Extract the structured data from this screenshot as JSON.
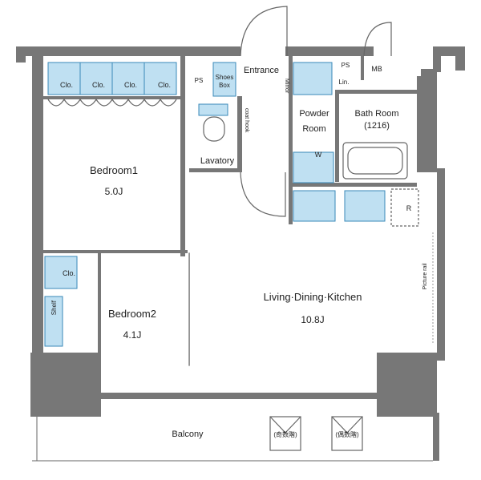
{
  "rooms": {
    "bedroom1": {
      "name": "Bedroom1",
      "size": "5.0J"
    },
    "bedroom2": {
      "name": "Bedroom2",
      "size": "4.1J"
    },
    "ldk": {
      "name": "Living·Dining·Kitchen",
      "size": "10.8J"
    },
    "lavatory": "Lavatory",
    "entrance": "Entrance",
    "powder_room_line1": "Powder",
    "powder_room_line2": "Room",
    "bath_line1": "Bath Room",
    "bath_line2": "(1216)",
    "balcony": "Balcony"
  },
  "labels": {
    "clo": "Clo.",
    "ps": "PS",
    "shoes_line1": "Shoes",
    "shoes_line2": "Box",
    "mirror": "Mirror",
    "coat_hook": "coat hook",
    "lin": "Lin.",
    "mb": "MB",
    "w": "W",
    "r": "R",
    "shelf": "Shelf",
    "picture_rail": "Picture rail",
    "odd_unit": "(奇数階)",
    "even_unit": "(偶数階)"
  },
  "colors": {
    "wall": "#777777",
    "fixture": "#bfe0f2",
    "fixture_stroke": "#3a89b8"
  }
}
